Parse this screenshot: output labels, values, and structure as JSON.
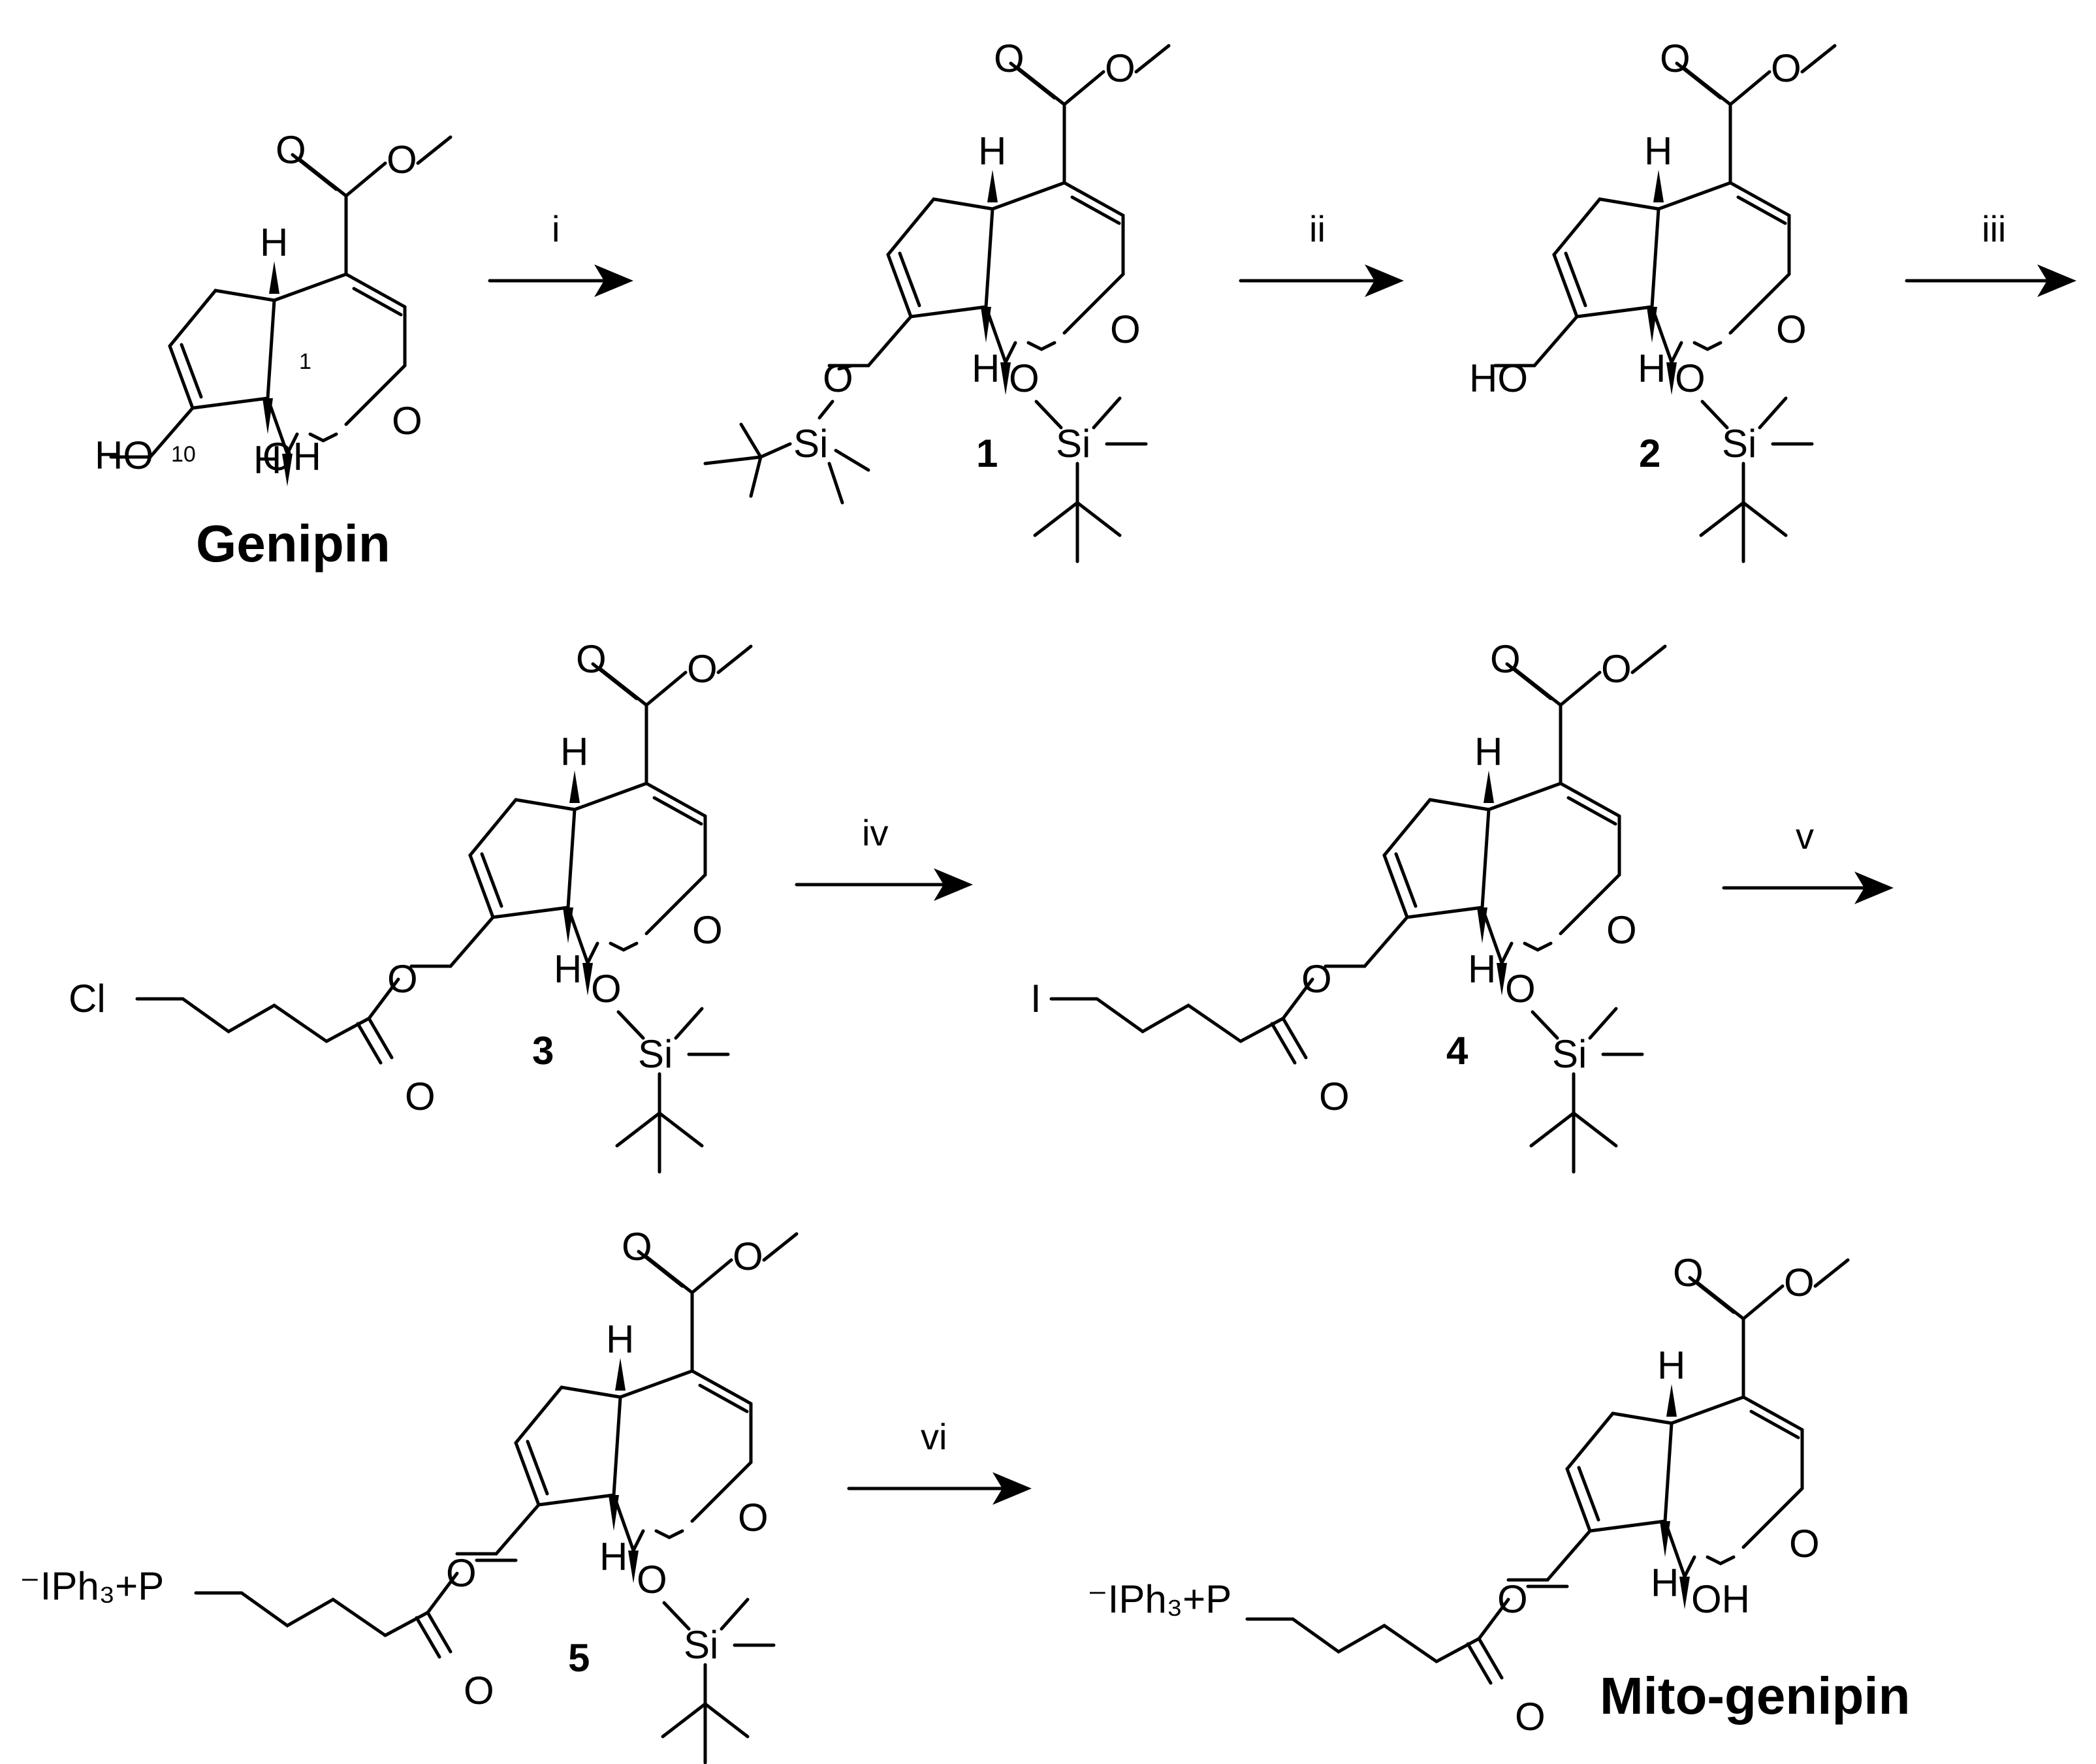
{
  "compounds": [
    {
      "name": "Genipin",
      "number": ""
    },
    {
      "name": "",
      "number": "1"
    },
    {
      "name": "",
      "number": "2"
    },
    {
      "name": "",
      "number": "3"
    },
    {
      "name": "",
      "number": "4"
    },
    {
      "name": "",
      "number": "5"
    },
    {
      "name": "Mito-genipin",
      "number": ""
    }
  ],
  "reagents": [
    "i",
    "ii",
    "iii",
    "iv",
    "v",
    "vi"
  ],
  "atoms": {
    "o": "O",
    "h": "H",
    "oh": "OH",
    "ho": "HO",
    "si": "Si",
    "cl": "Cl",
    "i": "I",
    "phosphonium": "⁻IPh₃+P"
  },
  "position_labels": {
    "c1": "1",
    "c10": "10"
  }
}
